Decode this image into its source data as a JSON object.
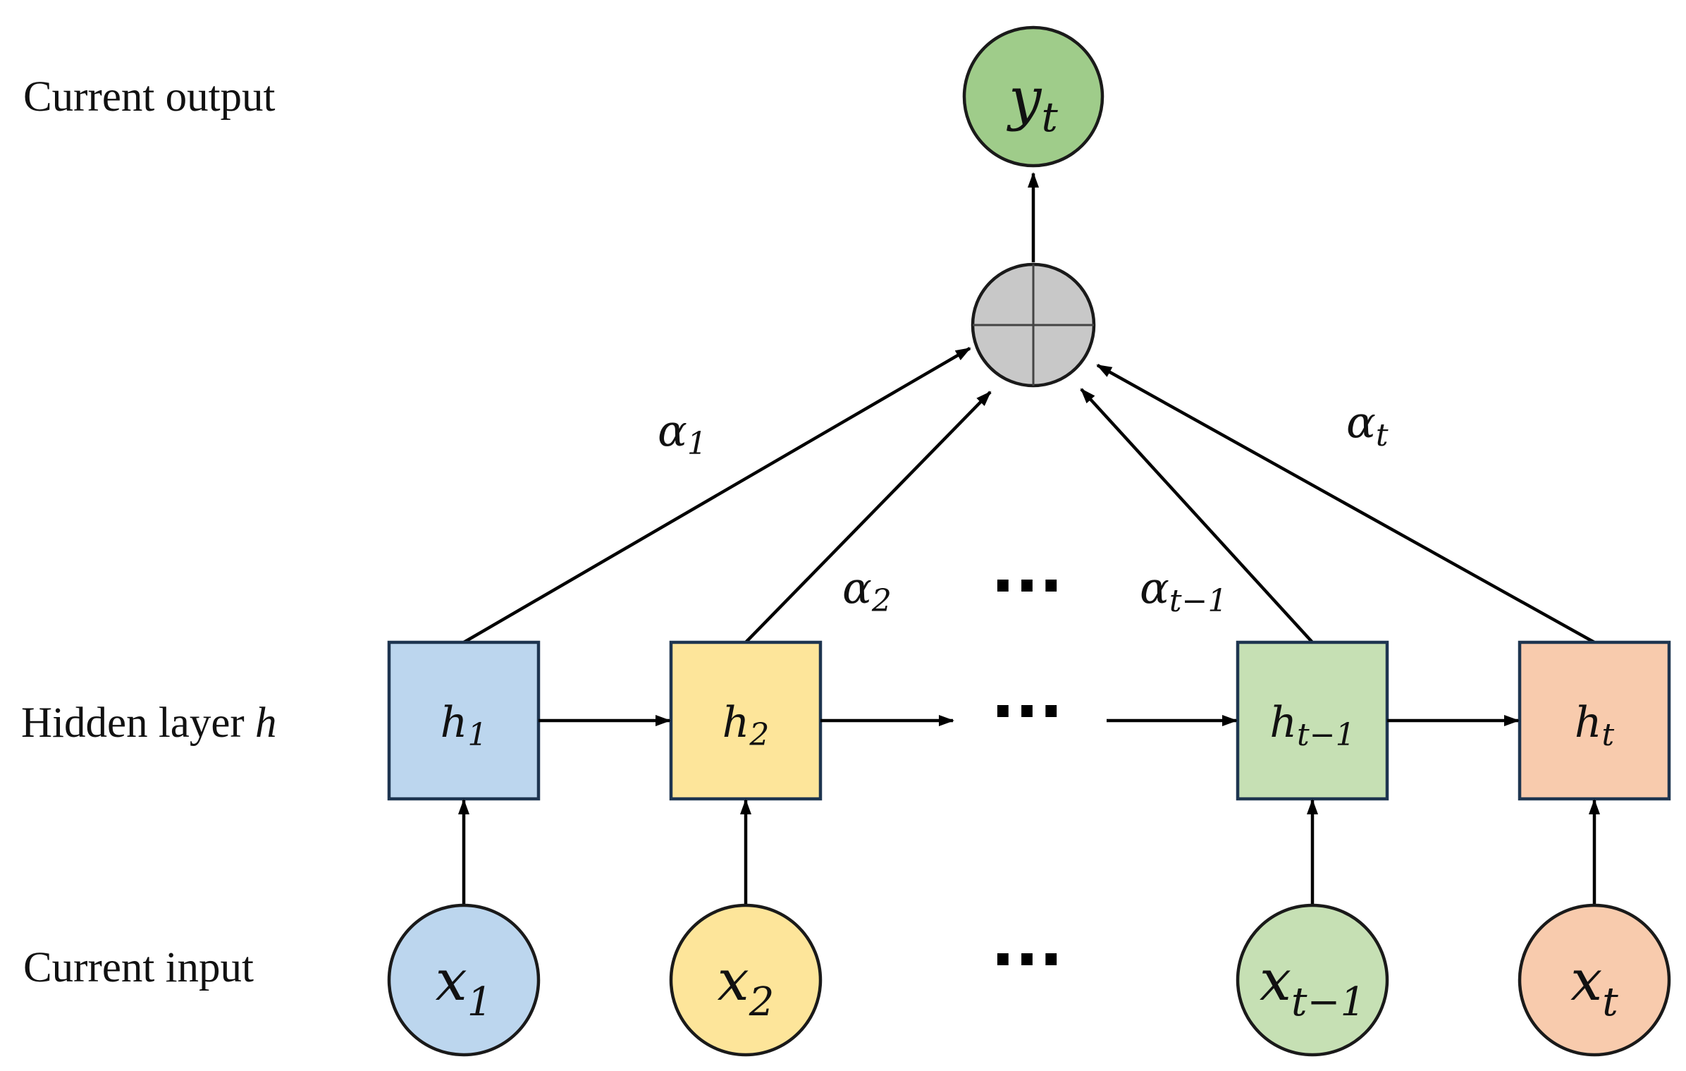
{
  "labels": {
    "current_output": "Current output",
    "hidden_layer": "Hidden layer ",
    "hidden_layer_var": "h",
    "current_input": "Current input"
  },
  "output": {
    "var": "y",
    "sub": "t",
    "color": "#9fcc8a"
  },
  "aggregator": {
    "symbol": "circle-plus",
    "color": "#c8c8c8"
  },
  "hidden_states": [
    {
      "var": "h",
      "sub": "1",
      "color": "#bcd6ee"
    },
    {
      "var": "h",
      "sub": "2",
      "color": "#fde59a"
    },
    {
      "var": "h",
      "sub": "t−1",
      "color": "#c6e0b4"
    },
    {
      "var": "h",
      "sub": "t",
      "color": "#f8cbad"
    }
  ],
  "inputs": [
    {
      "var": "x",
      "sub": "1",
      "color": "#bcd6ee"
    },
    {
      "var": "x",
      "sub": "2",
      "color": "#fde59a"
    },
    {
      "var": "x",
      "sub": "t−1",
      "color": "#c6e0b4"
    },
    {
      "var": "x",
      "sub": "t",
      "color": "#f8cbad"
    }
  ],
  "weights": [
    {
      "var": "α",
      "sub": "1"
    },
    {
      "var": "α",
      "sub": "2"
    },
    {
      "var": "α",
      "sub": "t−1"
    },
    {
      "var": "α",
      "sub": "t"
    }
  ],
  "ellipsis": "···"
}
